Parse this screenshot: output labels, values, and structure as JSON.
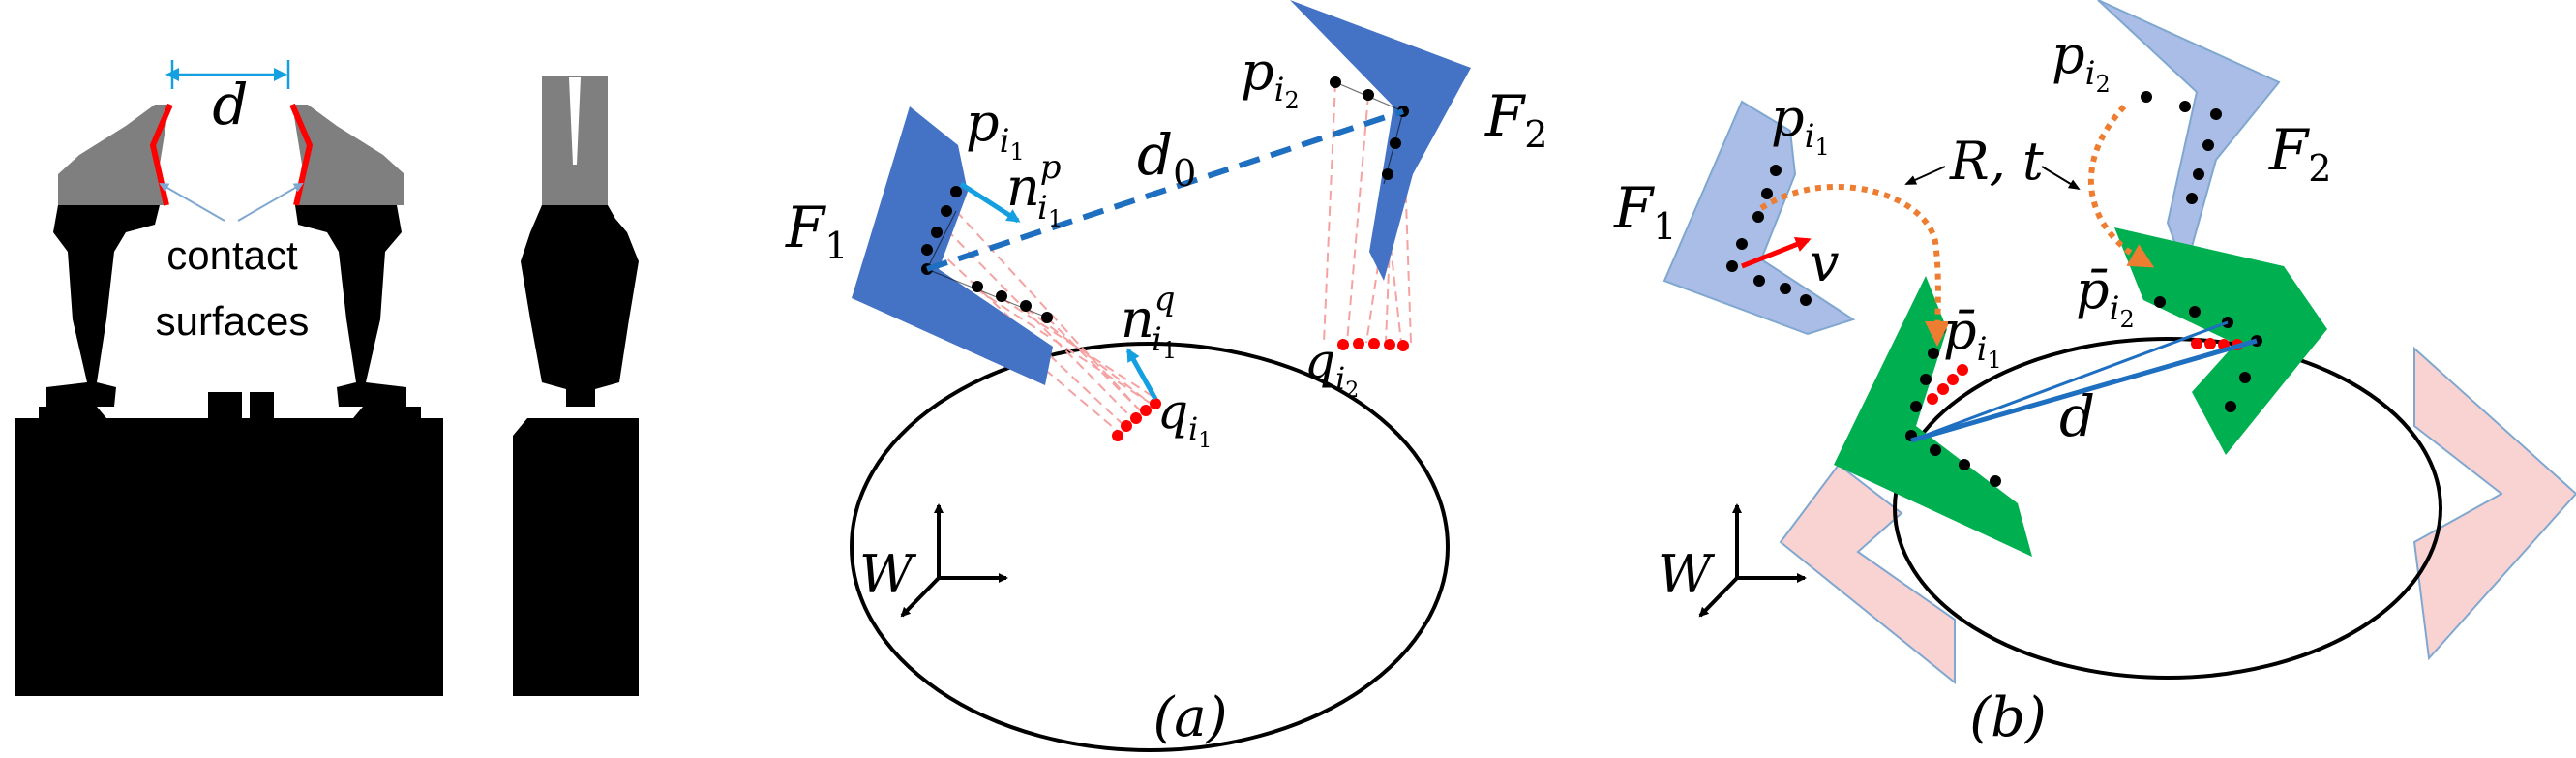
{
  "left_panel": {
    "width_label": "d",
    "contact_label_line1": "contact",
    "contact_label_line2": "surfaces"
  },
  "panel_a": {
    "caption": "(a)",
    "finger1_label": "F",
    "finger1_sub": "1",
    "finger2_label": "F",
    "finger2_sub": "2",
    "p1_label": "p",
    "p1_sub": "i",
    "p1_subsub": "1",
    "p2_label": "p",
    "p2_sub": "i",
    "p2_subsub": "2",
    "q1_label": "q",
    "q1_sub": "i",
    "q1_subsub": "1",
    "q2_label": "q",
    "q2_sub": "i",
    "q2_subsub": "2",
    "np_label": "n",
    "np_sup": "p",
    "np_sub": "i",
    "np_subsub": "1",
    "nq_label": "n",
    "nq_sup": "q",
    "nq_sub": "i",
    "nq_subsub": "1",
    "d0_label": "d",
    "d0_sub": "0",
    "world_label": "W"
  },
  "panel_b": {
    "caption": "(b)",
    "finger1_label": "F",
    "finger1_sub": "1",
    "finger2_label": "F",
    "finger2_sub": "2",
    "p1_label": "p",
    "p1_sub": "i",
    "p1_subsub": "1",
    "p2_label": "p",
    "p2_sub": "i",
    "p2_subsub": "2",
    "pbar1_label": "p̄",
    "pbar1_sub": "i",
    "pbar1_subsub": "1",
    "pbar2_label": "p̄",
    "pbar2_sub": "i",
    "pbar2_subsub": "2",
    "rt_label": "R, t",
    "v_label": "v",
    "d_label": "d",
    "world_label": "W"
  },
  "colors": {
    "finger_dark": "#4472c4",
    "finger_light": "#a9bde6",
    "finger_green": "#00b050",
    "finger_pink": "#f9d2d2",
    "contact_red": "#ff0000",
    "normal_cyan": "#14a0e0",
    "d0_blue": "#1f6fc0",
    "rt_orange": "#ed7d31",
    "gripper_gray": "#7f7f7f"
  }
}
